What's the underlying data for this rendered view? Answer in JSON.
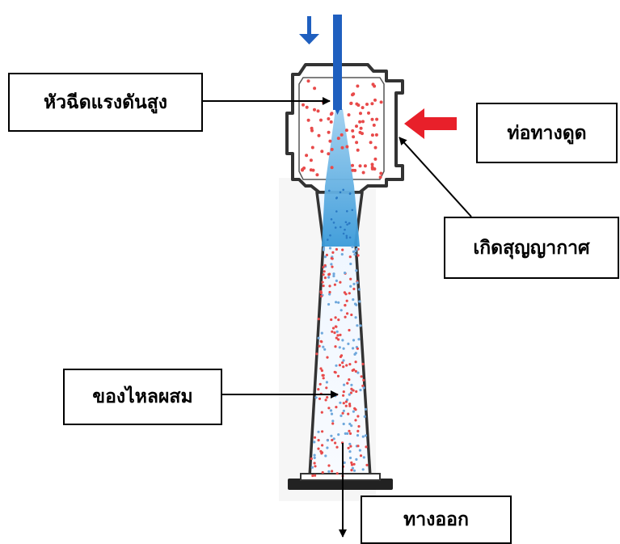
{
  "labels": {
    "nozzle": "หัวฉีดแรงดันสูง",
    "suction": "ท่อทางดูด",
    "vacuum": "เกิดสุญญากาศ",
    "mixed": "ของไหลผสม",
    "outlet": "ทางออก"
  },
  "colors": {
    "body_outline": "#333333",
    "body_fill": "#ffffff",
    "jet_blue": "#3a9ad9",
    "nozzle_blue": "#1f5fbf",
    "suction_arrow": "#e8202a",
    "particle_red": "#e84a4a",
    "particle_blue": "#6fa8dc"
  }
}
